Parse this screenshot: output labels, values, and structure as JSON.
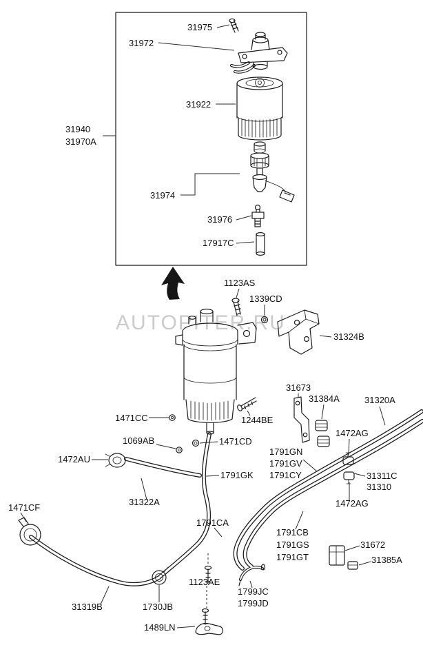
{
  "diagram": {
    "watermark": "AUTOPITER.RU",
    "line_color": "#1c1c1c",
    "label_color": "#111111"
  },
  "labels": {
    "l31975": "31975",
    "l31972": "31972",
    "l31922": "31922",
    "l31940": "31940",
    "l31970A": "31970A",
    "l31974": "31974",
    "l31976": "31976",
    "l17917C": "17917C",
    "l1123AS": "1123AS",
    "l1339CD": "1339CD",
    "l31324B": "31324B",
    "l31673": "31673",
    "l31384A": "31384A",
    "l31320A": "31320A",
    "l1471CC": "1471CC",
    "l1244BE": "1244BE",
    "l1472AG_upper": "1472AG",
    "l1069AB": "1069AB",
    "l1471CD": "1471CD",
    "l1791GN": "1791GN",
    "l1791GV": "1791GV",
    "l1791CY": "1791CY",
    "l1472AU": "1472AU",
    "l1791GK": "1791GK",
    "l31311C": "31311C",
    "l31310": "31310",
    "l31322A": "31322A",
    "l1472AG_lower": "1472AG",
    "l1471CF": "1471CF",
    "l1791CA": "1791CA",
    "l1791CB": "1791CB",
    "l1791GS": "1791GS",
    "l1791GT": "1791GT",
    "l31672": "31672",
    "l31385A": "31385A",
    "l1123AE": "1123AE",
    "l1799JC": "1799JC",
    "l1799JD": "1799JD",
    "l31319B": "31319B",
    "l1730JB": "1730JB",
    "l1489LN": "1489LN"
  }
}
